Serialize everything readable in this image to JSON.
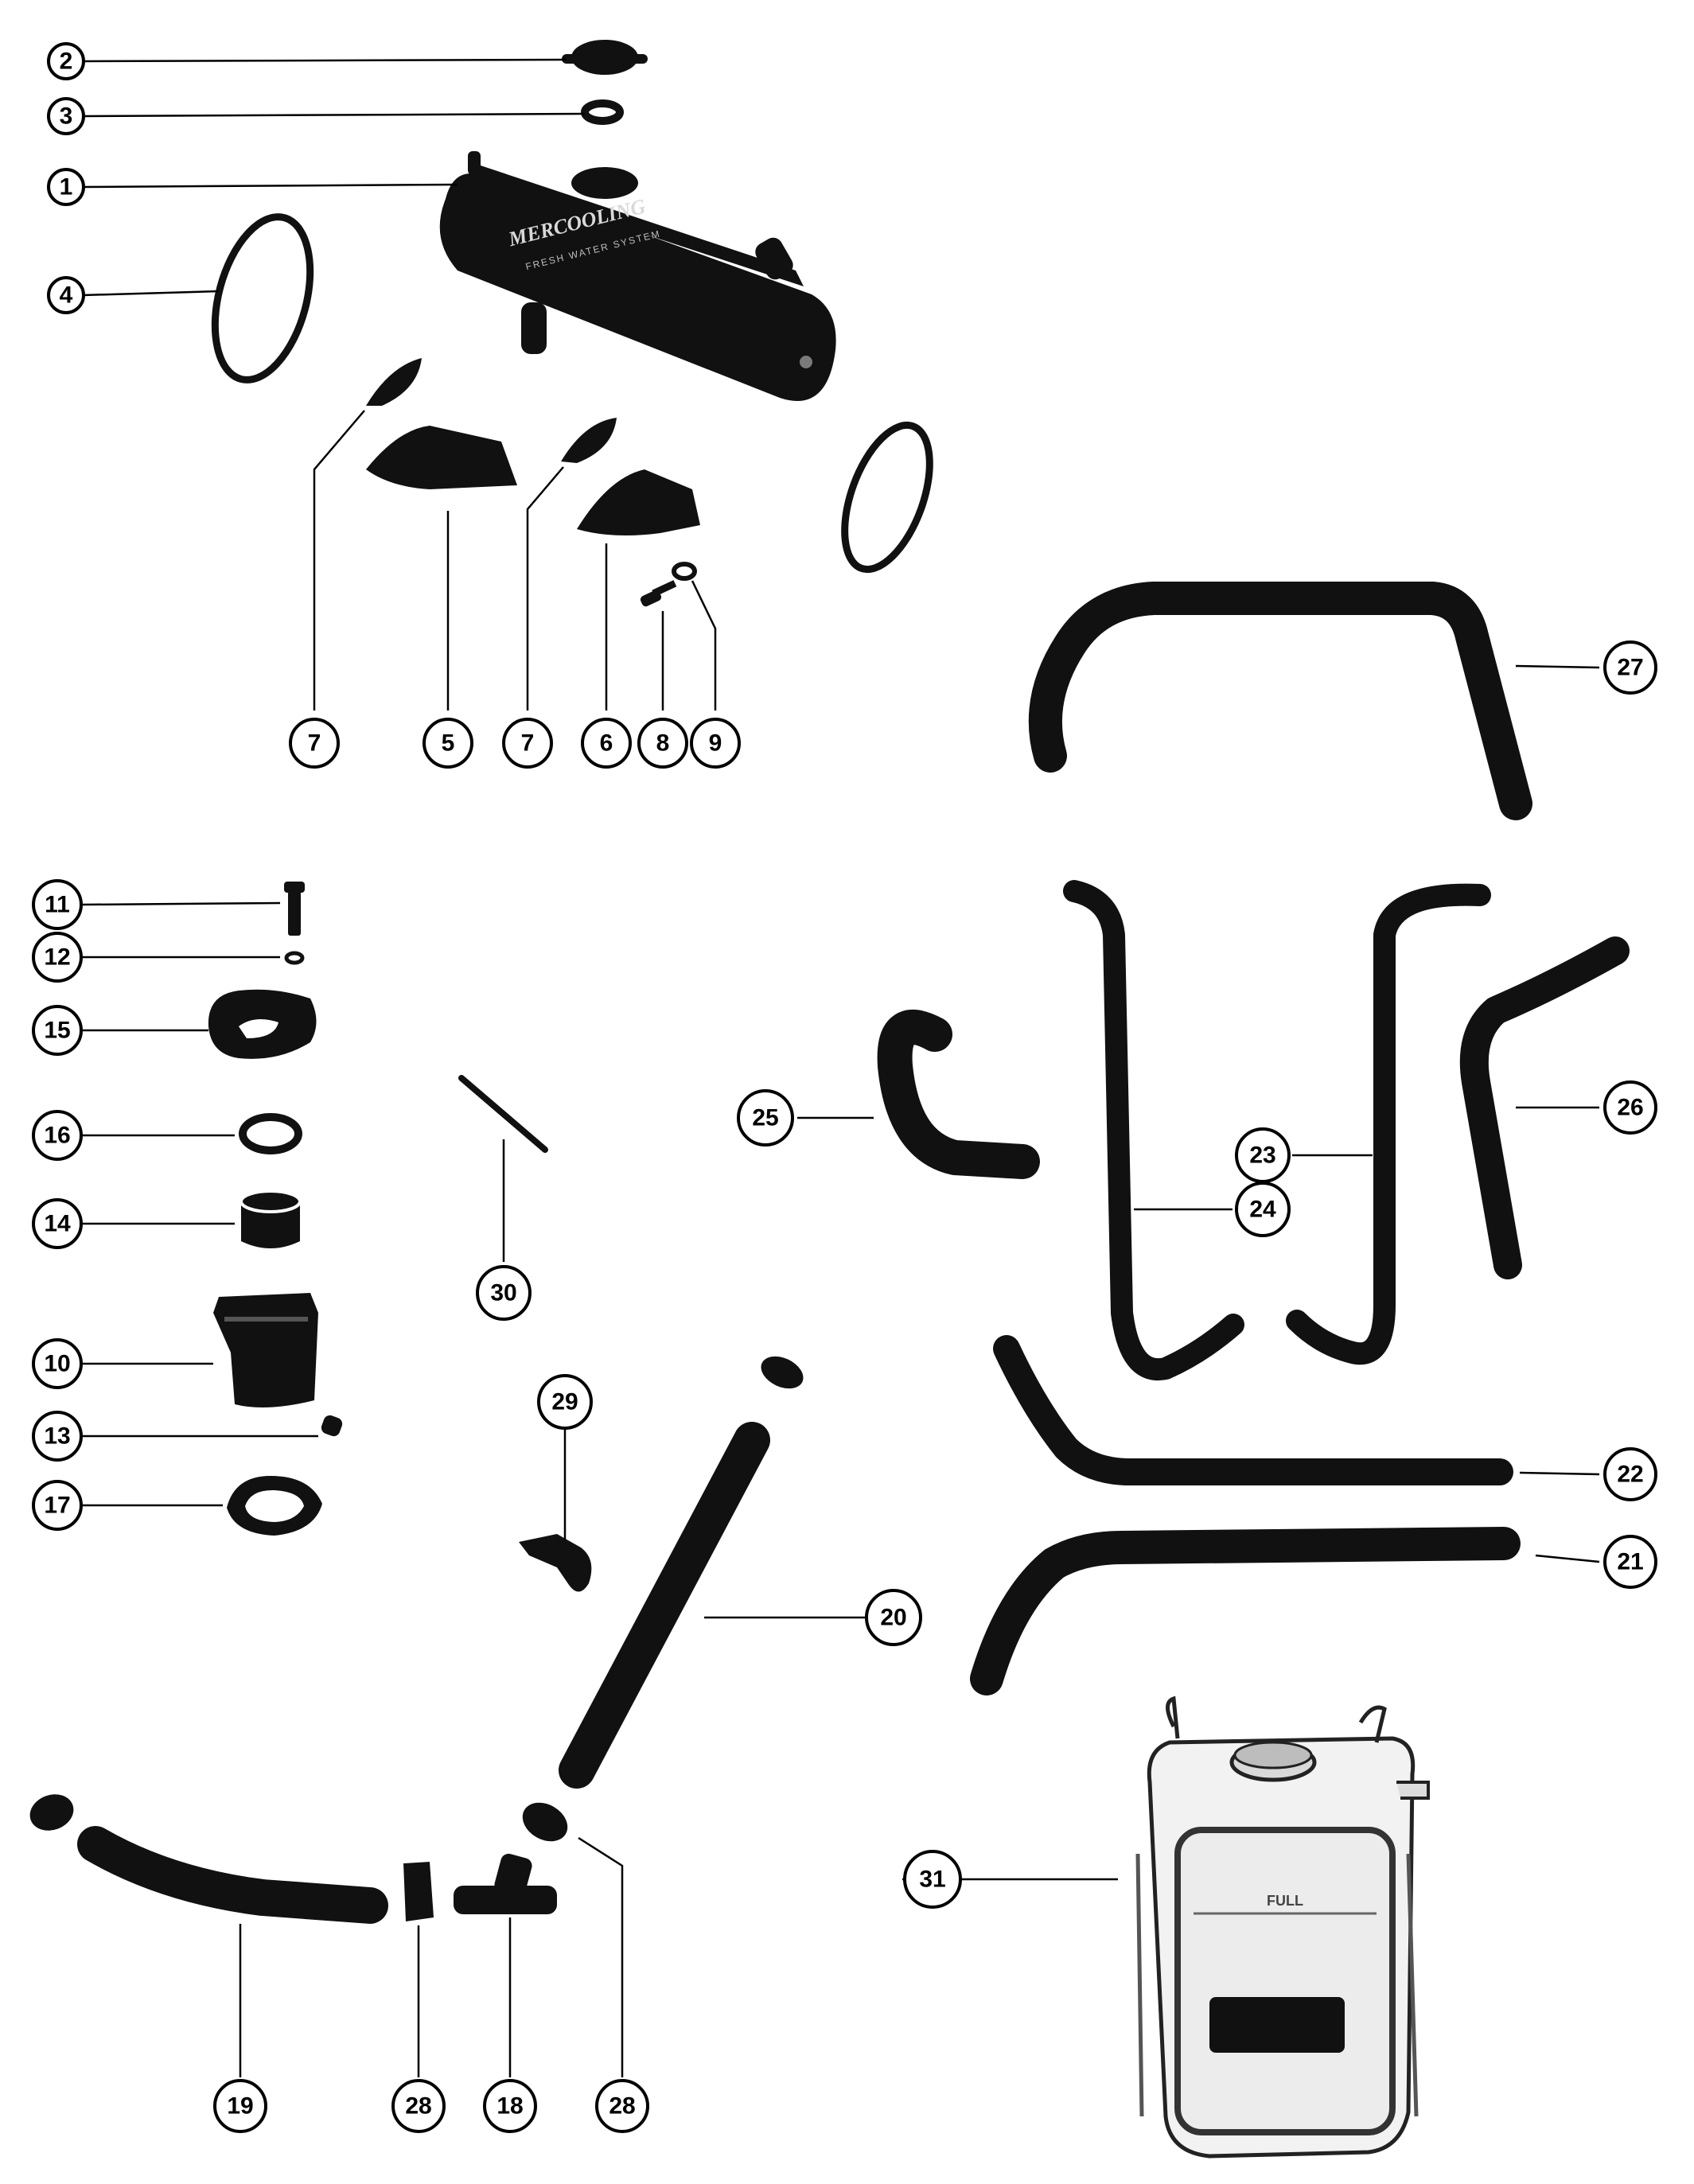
{
  "diagram": {
    "cooler_label": "MERCOOLING",
    "cooler_sublabel": "FRESH WATER SYSTEM",
    "tank_label": "FULL",
    "callouts": [
      {
        "id": "c2",
        "label": "2"
      },
      {
        "id": "c3",
        "label": "3"
      },
      {
        "id": "c1",
        "label": "1"
      },
      {
        "id": "c4",
        "label": "4"
      },
      {
        "id": "c7a",
        "label": "7"
      },
      {
        "id": "c5",
        "label": "5"
      },
      {
        "id": "c7b",
        "label": "7"
      },
      {
        "id": "c6",
        "label": "6"
      },
      {
        "id": "c8",
        "label": "8"
      },
      {
        "id": "c9",
        "label": "9"
      },
      {
        "id": "c27",
        "label": "27"
      },
      {
        "id": "c11",
        "label": "11"
      },
      {
        "id": "c12",
        "label": "12"
      },
      {
        "id": "c15",
        "label": "15"
      },
      {
        "id": "c16",
        "label": "16"
      },
      {
        "id": "c14",
        "label": "14"
      },
      {
        "id": "c10",
        "label": "10"
      },
      {
        "id": "c13",
        "label": "13"
      },
      {
        "id": "c17",
        "label": "17"
      },
      {
        "id": "c30",
        "label": "30"
      },
      {
        "id": "c25",
        "label": "25"
      },
      {
        "id": "c23",
        "label": "23"
      },
      {
        "id": "c24",
        "label": "24"
      },
      {
        "id": "c26",
        "label": "26"
      },
      {
        "id": "c29",
        "label": "29"
      },
      {
        "id": "c22",
        "label": "22"
      },
      {
        "id": "c21",
        "label": "21"
      },
      {
        "id": "c20",
        "label": "20"
      },
      {
        "id": "c31",
        "label": "31"
      },
      {
        "id": "c19",
        "label": "19"
      },
      {
        "id": "c28a",
        "label": "28"
      },
      {
        "id": "c18",
        "label": "18"
      },
      {
        "id": "c28b",
        "label": "28"
      }
    ]
  }
}
